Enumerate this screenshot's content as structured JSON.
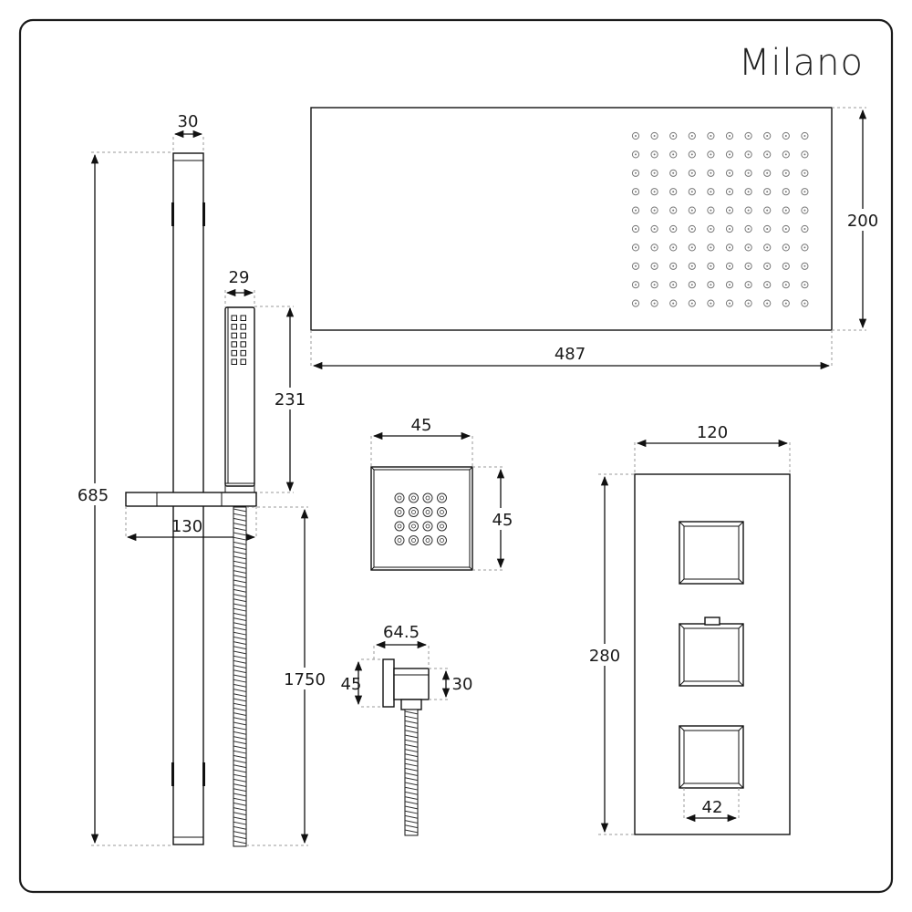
{
  "brand": "Milano",
  "dimensions": {
    "rail_width": "30",
    "rail_height": "685",
    "handset_width": "29",
    "handset_height": "231",
    "bracket_width": "130",
    "hose_length": "1750",
    "head_width": "487",
    "head_height": "200",
    "jet_width": "45",
    "jet_height": "45",
    "elbow_width": "64.5",
    "elbow_height": "45",
    "elbow_depth": "30",
    "valve_width": "120",
    "valve_height": "280",
    "valve_handle": "42"
  },
  "colors": {
    "line": "#111111",
    "border": "#1a1a1a",
    "background": "#ffffff"
  }
}
